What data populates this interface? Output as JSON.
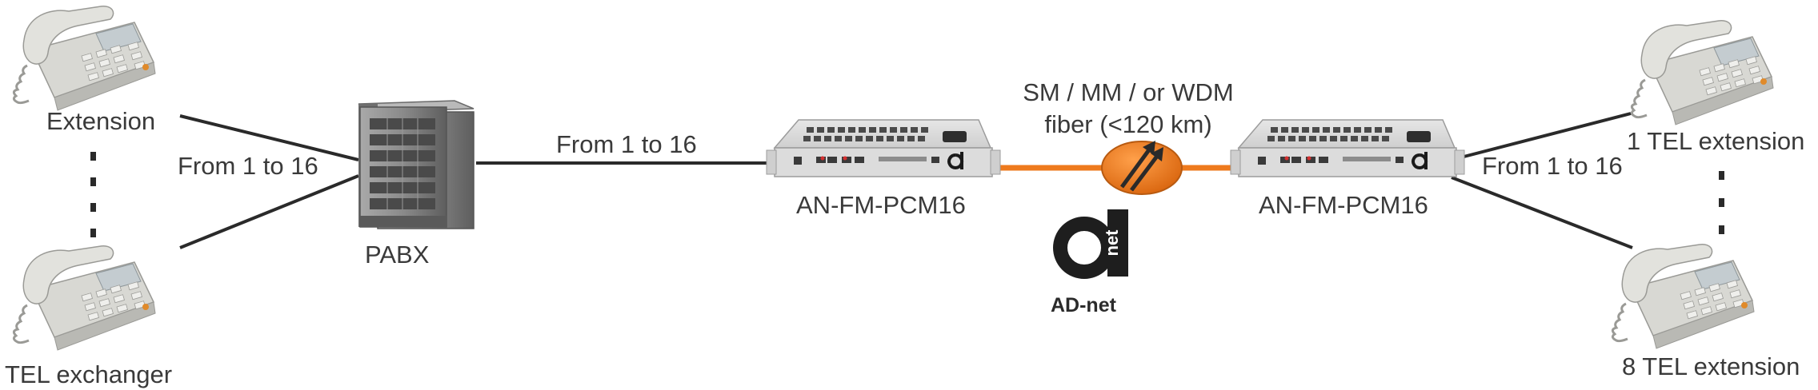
{
  "labels": {
    "extension": "Extension",
    "tel_exchanger": "TEL exchanger",
    "from_left": "From 1 to 16",
    "pabx": "PABX",
    "from_middle": "From 1 to 16",
    "device_left": "AN-FM-PCM16",
    "fiber_line1": "SM / MM / or WDM",
    "fiber_line2": "fiber (<120 km)",
    "device_right": "AN-FM-PCM16",
    "from_right": "From 1 to 16",
    "tel_1": "1 TEL extension",
    "tel_8": "8 TEL extension"
  },
  "logo": {
    "mark": "net",
    "name": "AD-net"
  },
  "colors": {
    "fiber": "#ee7a1d",
    "line": "#2a2a2a",
    "text": "#3a3a3a"
  },
  "icons": [
    "telephone-icon",
    "pabx-tower-icon",
    "pcm-rack-device-icon",
    "fiber-bidirectional-icon",
    "ad-net-logo-icon"
  ]
}
